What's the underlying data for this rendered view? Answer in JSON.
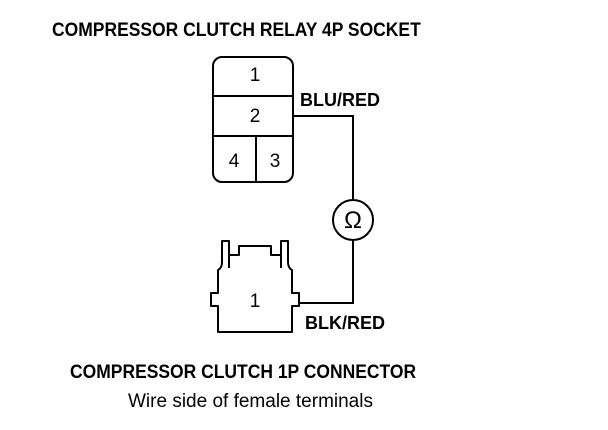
{
  "relay": {
    "title": "COMPRESSOR CLUTCH RELAY 4P SOCKET",
    "terminals": [
      "1",
      "2",
      "4",
      "3"
    ]
  },
  "connector": {
    "title": "COMPRESSOR CLUTCH 1P CONNECTOR",
    "subtitle": "Wire side of female terminals",
    "terminal": "1"
  },
  "wires": {
    "upper": "BLU/RED",
    "lower": "BLK/RED"
  },
  "meter": {
    "symbol": "Ω"
  }
}
